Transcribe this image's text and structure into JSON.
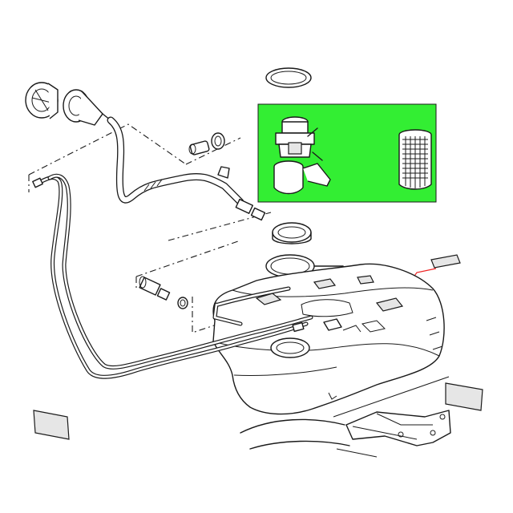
{
  "colors": {
    "background": "#ffffff",
    "line": "#1a1a1a",
    "highlight_panel": "#33ee33",
    "leader_line": "#ee2222"
  },
  "diagram": {
    "type": "exploded-parts-illustration",
    "highlighted_parts": [
      "fuel-pump-assembly",
      "fuel-filter-cartridge"
    ],
    "parts": [
      "fuel-filler-cap",
      "filler-neck",
      "filler-hose",
      "hose-clamp",
      "hose-connector",
      "pump-seal-ring",
      "locking-ring",
      "fuel-tank",
      "fuel-lines",
      "quick-connector",
      "heat-shield",
      "gasket-pad",
      "label-plate"
    ]
  }
}
